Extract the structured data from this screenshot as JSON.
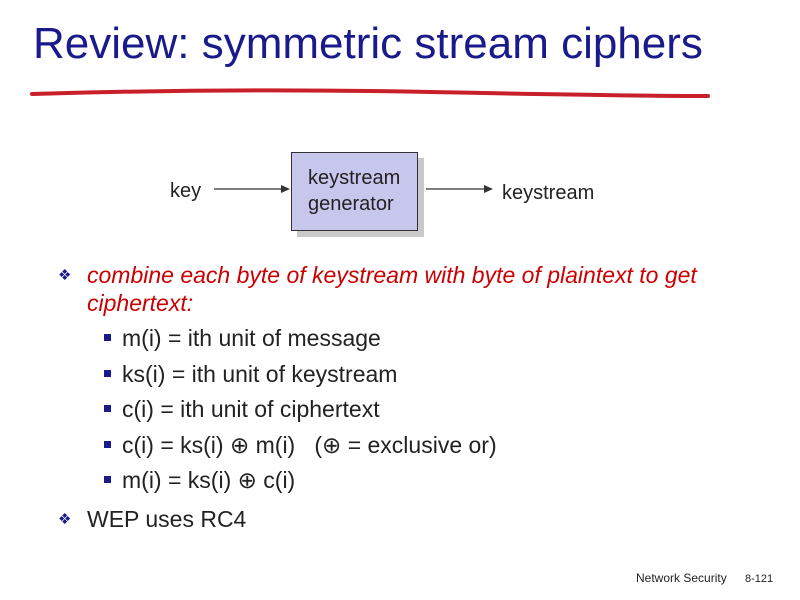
{
  "slide": {
    "title": "Review: symmetric stream ciphers",
    "diagram": {
      "input_label": "key",
      "box_line1": "keystream",
      "box_line2": "generator",
      "output_label": "keystream"
    },
    "bullets": [
      {
        "text": "combine each byte of keystream with byte of plaintext to get ciphertext:",
        "subs": [
          "m(i) = ith unit of message",
          "ks(i) = ith unit of keystream",
          "c(i) = ith unit of ciphertext",
          "c(i) = ks(i) ⊕ m(i)   (⊕ = exclusive or)",
          "m(i) = ks(i) ⊕ c(i)"
        ]
      },
      {
        "text": "WEP uses RC4",
        "subs": []
      }
    ],
    "footer": {
      "label": "Network Security",
      "page": "8-121"
    }
  },
  "colors": {
    "title": "#1a1a8c",
    "accent_red": "#cc0000",
    "box_fill": "#c7c7ee"
  }
}
